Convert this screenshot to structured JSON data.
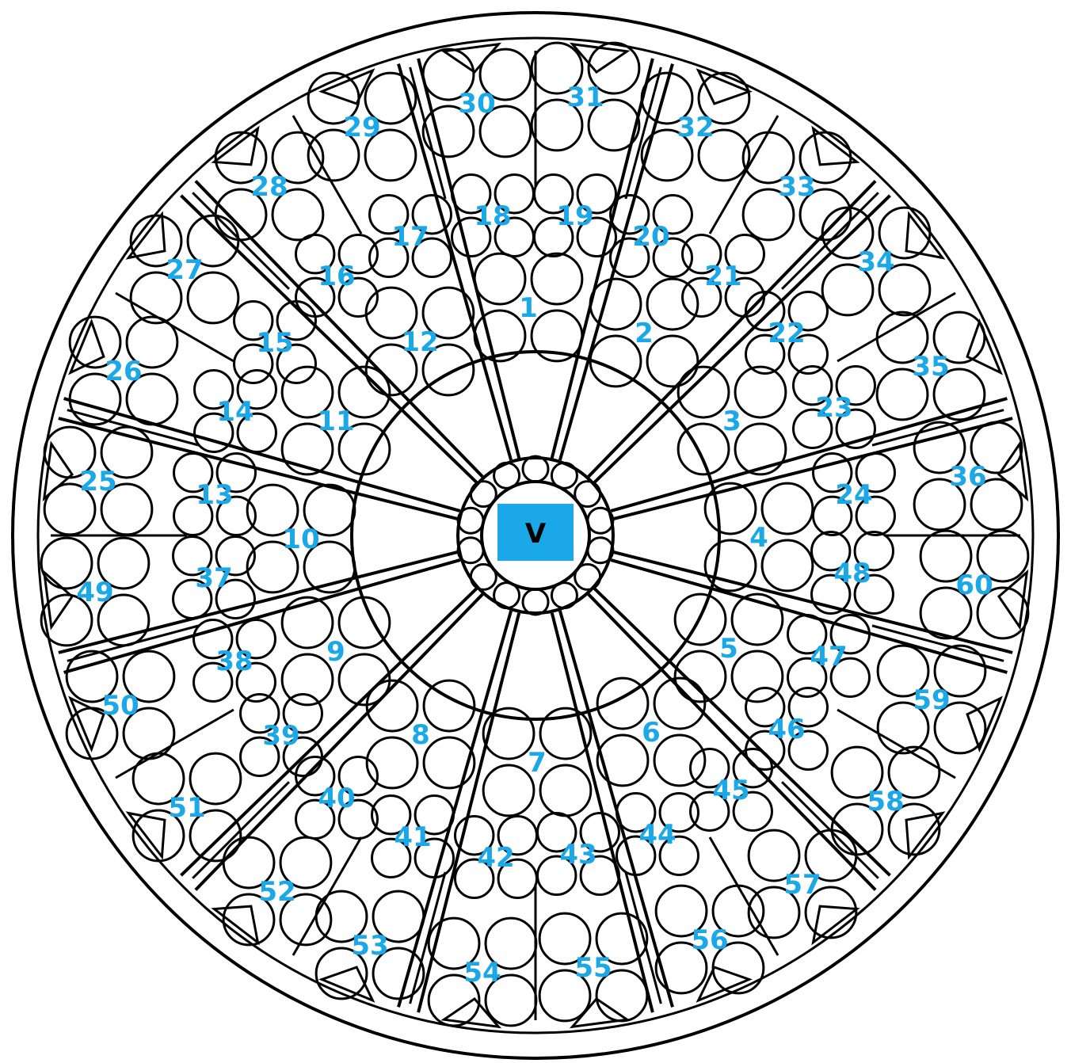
{
  "colors": {
    "label": "#1aa8e8",
    "line": "#000000",
    "center_box": "#1aa8e8",
    "center_text": "#000000"
  },
  "center": {
    "label": "V"
  },
  "panes": [
    {
      "id": "1",
      "ring": "inner"
    },
    {
      "id": "2",
      "ring": "inner"
    },
    {
      "id": "3",
      "ring": "inner"
    },
    {
      "id": "4",
      "ring": "inner"
    },
    {
      "id": "5",
      "ring": "inner"
    },
    {
      "id": "6",
      "ring": "inner"
    },
    {
      "id": "7",
      "ring": "inner"
    },
    {
      "id": "8",
      "ring": "inner"
    },
    {
      "id": "9",
      "ring": "inner"
    },
    {
      "id": "10",
      "ring": "inner"
    },
    {
      "id": "11",
      "ring": "inner"
    },
    {
      "id": "12",
      "ring": "inner"
    },
    {
      "id": "13",
      "ring": "middle"
    },
    {
      "id": "14",
      "ring": "middle"
    },
    {
      "id": "15",
      "ring": "middle"
    },
    {
      "id": "16",
      "ring": "middle"
    },
    {
      "id": "17",
      "ring": "middle"
    },
    {
      "id": "18",
      "ring": "middle"
    },
    {
      "id": "19",
      "ring": "middle"
    },
    {
      "id": "20",
      "ring": "middle"
    },
    {
      "id": "21",
      "ring": "middle"
    },
    {
      "id": "22",
      "ring": "middle"
    },
    {
      "id": "23",
      "ring": "middle"
    },
    {
      "id": "24",
      "ring": "middle"
    },
    {
      "id": "25",
      "ring": "outer"
    },
    {
      "id": "26",
      "ring": "outer"
    },
    {
      "id": "27",
      "ring": "outer"
    },
    {
      "id": "28",
      "ring": "outer"
    },
    {
      "id": "29",
      "ring": "outer"
    },
    {
      "id": "30",
      "ring": "outer"
    },
    {
      "id": "31",
      "ring": "outer"
    },
    {
      "id": "32",
      "ring": "outer"
    },
    {
      "id": "33",
      "ring": "outer"
    },
    {
      "id": "34",
      "ring": "outer"
    },
    {
      "id": "35",
      "ring": "outer"
    },
    {
      "id": "36",
      "ring": "outer"
    },
    {
      "id": "37",
      "ring": "middle"
    },
    {
      "id": "38",
      "ring": "middle"
    },
    {
      "id": "39",
      "ring": "middle"
    },
    {
      "id": "40",
      "ring": "middle"
    },
    {
      "id": "41",
      "ring": "middle"
    },
    {
      "id": "42",
      "ring": "middle"
    },
    {
      "id": "43",
      "ring": "middle"
    },
    {
      "id": "44",
      "ring": "middle"
    },
    {
      "id": "45",
      "ring": "middle"
    },
    {
      "id": "46",
      "ring": "middle"
    },
    {
      "id": "47",
      "ring": "middle"
    },
    {
      "id": "48",
      "ring": "middle"
    },
    {
      "id": "49",
      "ring": "outer"
    },
    {
      "id": "50",
      "ring": "outer"
    },
    {
      "id": "51",
      "ring": "outer"
    },
    {
      "id": "52",
      "ring": "outer"
    },
    {
      "id": "53",
      "ring": "outer"
    },
    {
      "id": "54",
      "ring": "outer"
    },
    {
      "id": "55",
      "ring": "outer"
    },
    {
      "id": "56",
      "ring": "outer"
    },
    {
      "id": "57",
      "ring": "outer"
    },
    {
      "id": "58",
      "ring": "outer"
    },
    {
      "id": "59",
      "ring": "outer"
    },
    {
      "id": "60",
      "ring": "outer"
    }
  ]
}
